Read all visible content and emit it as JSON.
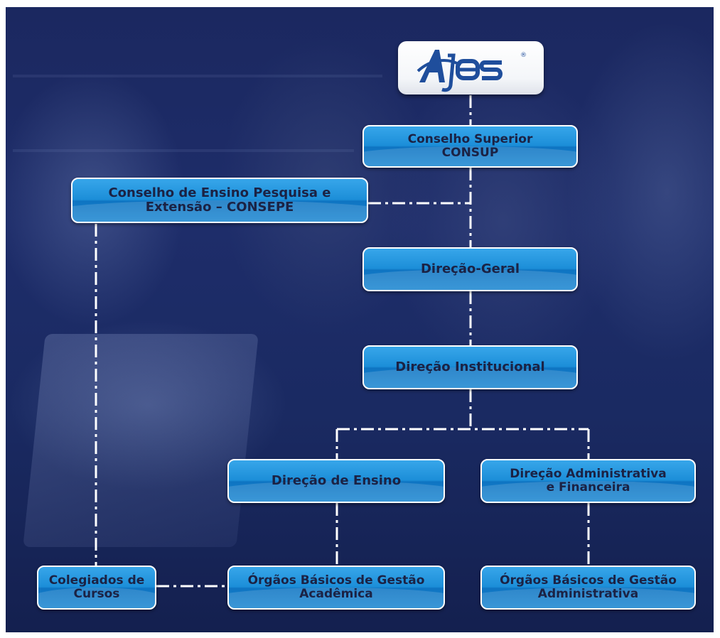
{
  "logo": {
    "text": "Ajes",
    "registered_mark": "®"
  },
  "nodes": {
    "consup": {
      "line1": "Conselho Superior",
      "line2": "CONSUP"
    },
    "consepe": {
      "line1": "Conselho de Ensino Pesquisa e",
      "line2": "Extensão – CONSEPE"
    },
    "direcao_geral": {
      "label": "Direção-Geral"
    },
    "direcao_institucional": {
      "label": "Direção Institucional"
    },
    "direcao_ensino": {
      "label": "Direção de Ensino"
    },
    "direcao_administrativa": {
      "line1": "Direção Administrativa",
      "line2": "e Financeira"
    },
    "colegiados": {
      "line1": "Colegiados de",
      "line2": "Cursos"
    },
    "orgaos_academica": {
      "line1": "Órgãos Básicos de Gestão",
      "line2": "Acadêmica"
    },
    "orgaos_administrativa": {
      "line1": "Órgãos Básicos de Gestão",
      "line2": "Administrativa"
    }
  },
  "colors": {
    "box_top": "#37a6ea",
    "box_bottom": "#0e74c2",
    "box_text": "#1b2244",
    "connector": "#ffffff",
    "background": "#1e2d6a",
    "logo_blue": "#1f4e9c"
  }
}
